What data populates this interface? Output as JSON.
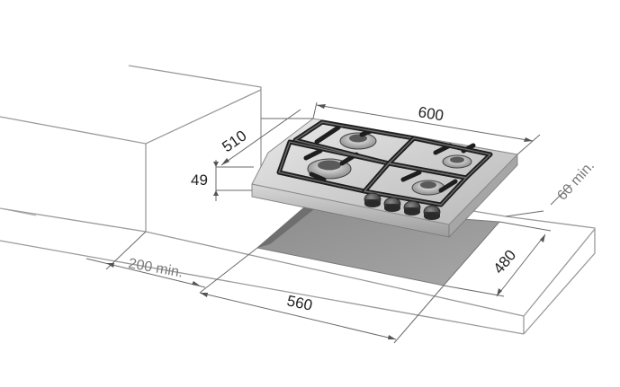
{
  "diagram": {
    "dimensions": {
      "hob_width": "600",
      "hob_depth": "510",
      "hob_height": "49",
      "cutout_width": "560",
      "cutout_depth": "480",
      "side_clearance": "200 min.",
      "back_clearance": "60 min."
    },
    "knob_count": 4,
    "burner_count": 4
  }
}
